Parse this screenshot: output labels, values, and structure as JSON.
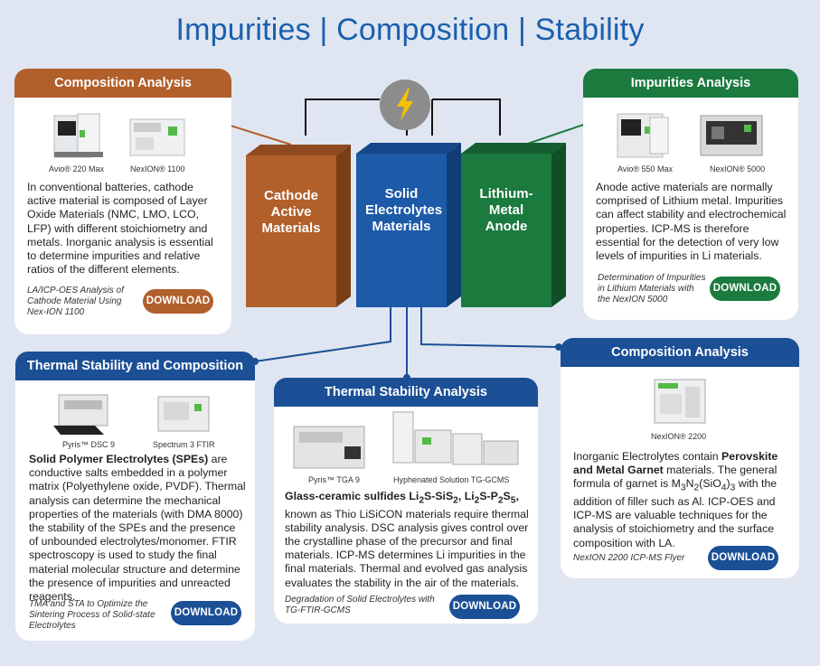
{
  "title": "Impurities | Composition | Stability",
  "colors": {
    "brown": "#b15f2b",
    "green": "#1b7a3e",
    "blue": "#1d5aa8",
    "navy": "#1b4f96",
    "bolt": "#f2c200"
  },
  "center": {
    "icon": "lightning-bolt-icon",
    "cathode": "Cathode Active Materials",
    "electrolyte": "Solid Electrolytes Materials",
    "anode": "Lithium-Metal Anode"
  },
  "card_comp_tl": {
    "header": "Composition Analysis",
    "instruments": [
      "Avio® 220 Max",
      "NexION® 1100"
    ],
    "text": "In conventional batteries, cathode active material is composed of Layer Oxide Materials (NMC, LMO, LCO, LFP) with different stoichiometry and metals. Inorganic analysis is essential to determine impurities and relative ratios of the different elements.",
    "ref": "LA/ICP-OES Analysis of Cathode Material Using Nex-ION 1100",
    "button": "DOWNLOAD"
  },
  "card_imp_tr": {
    "header": "Impurities Analysis",
    "instruments": [
      "Avio® 550 Max",
      "NexION® 5000"
    ],
    "text": "Anode active materials are normally comprised of Lithium metal. Impurities can affect stability and electrochemical properties. ICP-MS is therefore essential for the detection of very low levels of impurities in Li materials.",
    "ref": "Determination of Impurities in Lithium Materials with the NexION 5000",
    "button": "DOWNLOAD"
  },
  "card_therm_comp": {
    "header": "Thermal Stability and Composition",
    "instruments": [
      "Pyris™ DSC 9",
      "Spectrum 3 FTIR"
    ],
    "bold": "Solid Polymer Electrolytes (SPEs)",
    "text": " are conductive salts embedded in a polymer matrix (Polyethylene oxide, PVDF). Thermal analysis can determine the mechanical properties of the materials (with DMA 8000) the stability of the SPEs and the presence of unbounded electrolytes/monomer. FTIR spectroscopy is used to study the final material molecular structure and determine the presence of impurities and unreacted reagents.",
    "ref": "TMA and STA to Optimize the Sintering Process of Solid-state Electrolytes",
    "button": "DOWNLOAD"
  },
  "card_therm": {
    "header": "Thermal Stability Analysis",
    "instruments": [
      "Pyris™ TGA 9",
      "Hyphenated Solution TG-GCMS"
    ],
    "bold_a": "Glass-ceramic sulfides Li",
    "bold_b": "S-SiS",
    "bold_c": ", Li",
    "bold_d": "S-P",
    "bold_e": "S",
    "bold_f": ",",
    "sub_2": "2",
    "sub_5": "5",
    "text": " known as Thio LiSiCON materials require thermal stability analysis. DSC analysis gives control over the crystalline phase of the precursor and final materials. ICP-MS determines Li impurities in the final materials. Thermal and evolved gas analysis evaluates the stability in the air of the materials.",
    "ref": "Degradation of Solid Electrolytes with TG-FTIR-GCMS",
    "button": "DOWNLOAD"
  },
  "card_comp_br": {
    "header": "Composition Analysis",
    "instruments": [
      "NexION® 2200"
    ],
    "text_a": "Inorganic Electrolytes contain ",
    "bold": "Perovskite and Metal Garnet",
    "text_b": " materials. The general formula of garnet is M",
    "sub_3": "3",
    "text_c": "N",
    "sub_2": "2",
    "text_d": "(SiO",
    "sub_4": "4",
    "text_e": ")",
    "text_f": " with the addition of filler such as Al. ICP-OES and ICP-MS are valuable techniques for the analysis of stoichiometry and the surface composition with LA.",
    "ref": "NexION 2200 ICP-MS Flyer",
    "button": "DOWNLOAD"
  }
}
